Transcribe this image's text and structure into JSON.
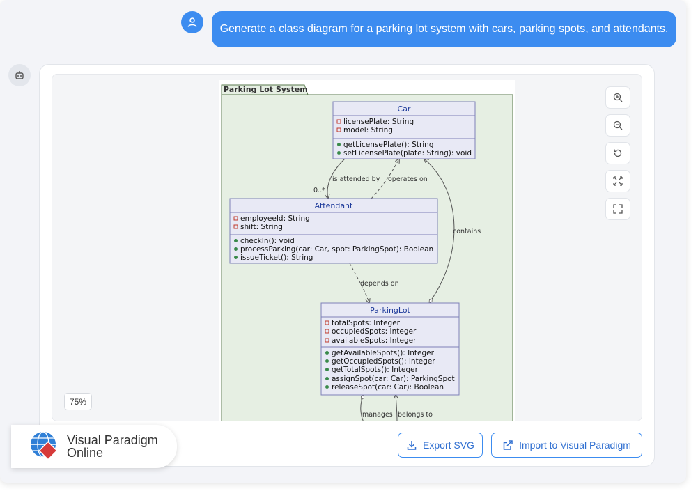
{
  "chat": {
    "user_message": "Generate a class diagram for a parking lot system with cars, parking spots, and attendants."
  },
  "icons": {
    "user": "user-icon",
    "bot": "robot-icon",
    "zoom_in": "zoom-in-icon",
    "zoom_out": "zoom-out-icon",
    "reset": "reset-rotate-icon",
    "fit": "fit-to-screen-icon",
    "fullscreen": "fullscreen-icon",
    "export": "download-icon",
    "import": "external-link-icon"
  },
  "viewer": {
    "zoom_level": "75%"
  },
  "diagram": {
    "package_name": "Parking Lot System",
    "classes": {
      "car": {
        "name": "Car",
        "attributes": [
          "licensePlate: String",
          "model: String"
        ],
        "methods": [
          "getLicensePlate(): String",
          "setLicensePlate(plate: String): void"
        ]
      },
      "attendant": {
        "name": "Attendant",
        "attributes": [
          "employeeId: String",
          "shift: String"
        ],
        "methods": [
          "checkIn(): void",
          "processParking(car: Car, spot: ParkingSpot): Boolean",
          "issueTicket(): String"
        ]
      },
      "parkinglot": {
        "name": "ParkingLot",
        "attributes": [
          "totalSpots: Integer",
          "occupiedSpots: Integer",
          "availableSpots: Integer"
        ],
        "methods": [
          "getAvailableSpots(): Integer",
          "getOccupiedSpots(): Integer",
          "getTotalSpots(): Integer",
          "assignSpot(car: Car): ParkingSpot",
          "releaseSpot(car: Car): Boolean"
        ]
      }
    },
    "relations": {
      "is_attended_by": "is attended by",
      "multiplicity": "0..*",
      "operates_on": "operates on",
      "contains": "contains",
      "depends_on": "depends on",
      "manages": "manages",
      "belongs_to": "belongs to"
    }
  },
  "actions": {
    "export_svg": "Export SVG",
    "import_vp": "Import to Visual Paradigm"
  },
  "brand": {
    "name_line1": "Visual Paradigm",
    "name_line2": "Online"
  },
  "colors": {
    "accent": "#3c8cf0",
    "package_fill": "#e6efe3",
    "package_border": "#5a7a4c",
    "class_fill": "#e8e9f5",
    "class_border": "#7e80b8",
    "class_name": "#1d3a9a"
  }
}
